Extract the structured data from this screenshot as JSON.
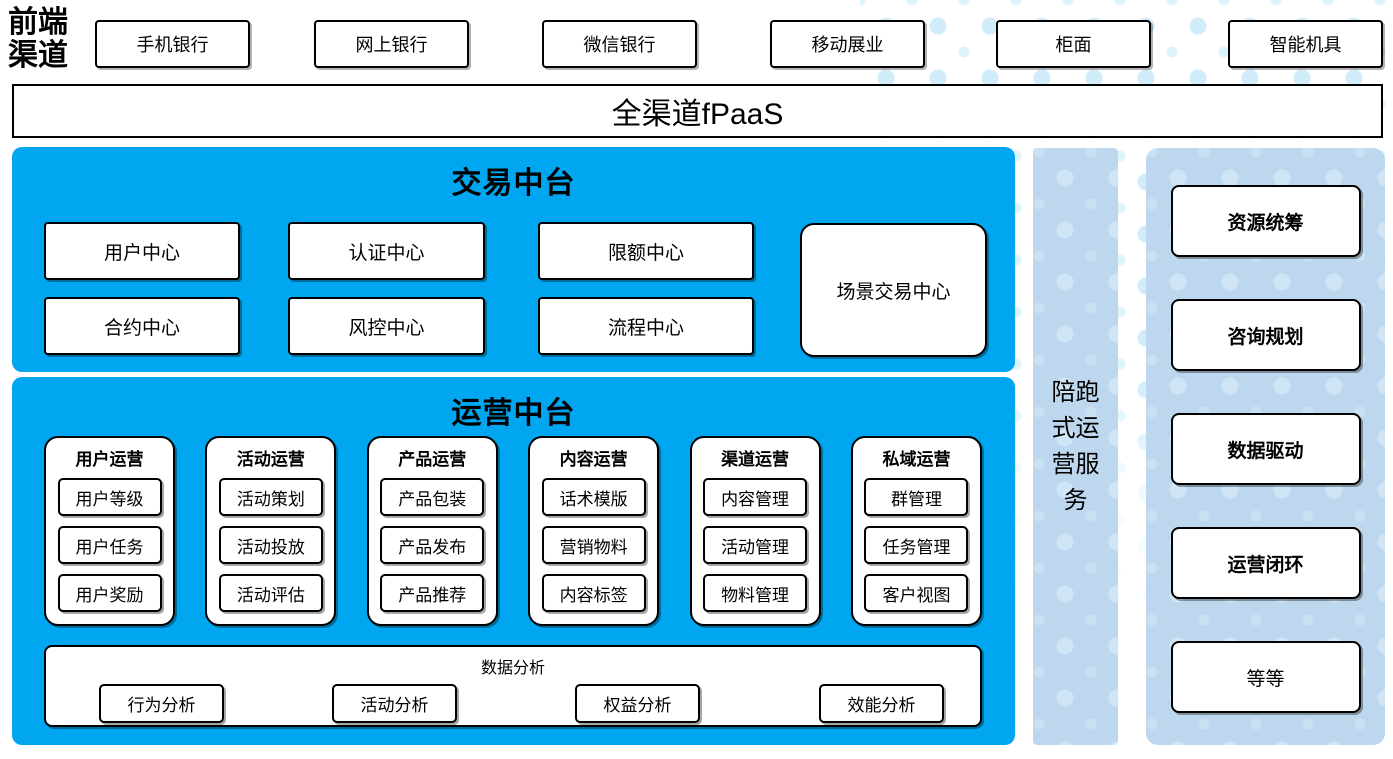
{
  "frontend": {
    "label": "前端渠道",
    "channels": [
      "手机银行",
      "网上银行",
      "微信银行",
      "移动展业",
      "柜面",
      "智能机具"
    ]
  },
  "fpaas_label": "全渠道fPaaS",
  "trade": {
    "title": "交易中台",
    "centers": [
      "用户中心",
      "认证中心",
      "限额中心",
      "合约中心",
      "风控中心",
      "流程中心"
    ],
    "scene_center": "场景交易中心"
  },
  "operation": {
    "title": "运营中台",
    "groups": [
      {
        "title": "用户运营",
        "items": [
          "用户等级",
          "用户任务",
          "用户奖励"
        ]
      },
      {
        "title": "活动运营",
        "items": [
          "活动策划",
          "活动投放",
          "活动评估"
        ]
      },
      {
        "title": "产品运营",
        "items": [
          "产品包装",
          "产品发布",
          "产品推荐"
        ]
      },
      {
        "title": "内容运营",
        "items": [
          "话术模版",
          "营销物料",
          "内容标签"
        ]
      },
      {
        "title": "渠道运营",
        "items": [
          "内容管理",
          "活动管理",
          "物料管理"
        ]
      },
      {
        "title": "私域运营",
        "items": [
          "群管理",
          "任务管理",
          "客户视图"
        ]
      }
    ],
    "analysis": {
      "title": "数据分析",
      "items": [
        "行为分析",
        "活动分析",
        "权益分析",
        "效能分析"
      ]
    }
  },
  "side_strip_label": "陪跑式运营服务",
  "right_panel": {
    "items": [
      "资源统筹",
      "咨询规划",
      "数据驱动",
      "运营闭环",
      "等等"
    ]
  },
  "colors": {
    "primary_blue": "#00A6EF",
    "panel_blue": "#BDD7EE",
    "dot_blue": "#D2EDFA",
    "box_border": "#000000",
    "box_fill": "#FFFFFF"
  }
}
